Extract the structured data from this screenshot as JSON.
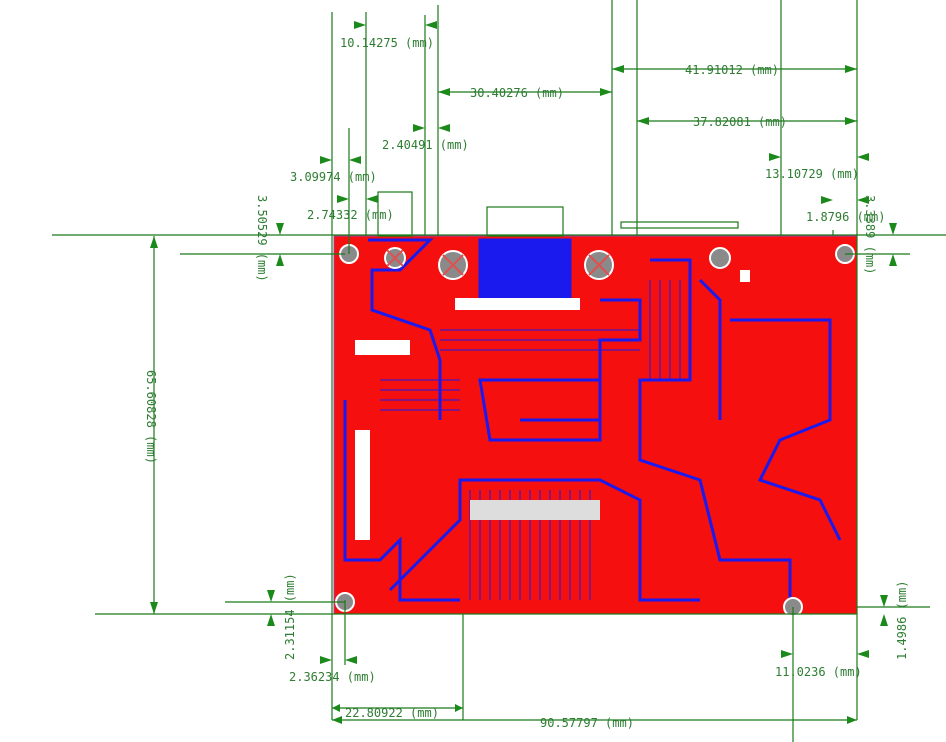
{
  "colors": {
    "board": "#f50f0f",
    "trace": "#1a1aee",
    "dimension": "#1b7a1b",
    "hole": "#8a8a8a",
    "outline": "#a040a0"
  },
  "dimensions": {
    "top_10": "10.14275 (mm)",
    "top_30": "30.40276 (mm)",
    "top_41": "41.91012 (mm)",
    "top_37": "37.82081 (mm)",
    "top_2_40": "2.40491 (mm)",
    "top_3_09": "3.09974 (mm)",
    "top_13": "13.10729 (mm)",
    "top_2_74": "2.74332 (mm)",
    "top_1_87": "1.8796 (mm)",
    "left_3_50": "3.50529 (mm)",
    "right_3_33": "3.3389 (mm)",
    "height_65": "65.60828 (mm)",
    "left_2_31": "2.31154 (mm)",
    "right_1_49": "1.4986 (mm)",
    "bottom_2_36": "2.36234 (mm)",
    "bottom_11": "11.0236 (mm)",
    "bottom_22": "22.80922 (mm)",
    "width_90": "90.57797 (mm)"
  }
}
